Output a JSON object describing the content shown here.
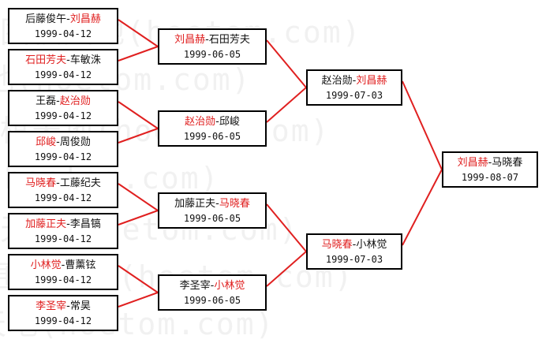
{
  "watermark": "围棋天地(hoetom.com)",
  "colors": {
    "winner": "#e02020",
    "line": "#e02020",
    "border": "#000000"
  },
  "round1": [
    {
      "p1": "后藤俊午",
      "p2": "刘昌赫",
      "winner": 2,
      "date": "1999-04-12"
    },
    {
      "p1": "石田芳夫",
      "p2": "车敏洙",
      "winner": 1,
      "date": "1999-04-12"
    },
    {
      "p1": "王磊",
      "p2": "赵治勋",
      "winner": 2,
      "date": "1999-04-12"
    },
    {
      "p1": "邱峻",
      "p2": "周俊勋",
      "winner": 1,
      "date": "1999-04-12"
    },
    {
      "p1": "马晓春",
      "p2": "工藤纪夫",
      "winner": 1,
      "date": "1999-04-12"
    },
    {
      "p1": "加藤正夫",
      "p2": "李昌镐",
      "winner": 1,
      "date": "1999-04-12"
    },
    {
      "p1": "小林觉",
      "p2": "曹薰铉",
      "winner": 1,
      "date": "1999-04-12"
    },
    {
      "p1": "李圣宰",
      "p2": "常昊",
      "winner": 1,
      "date": "1999-04-12"
    }
  ],
  "round2": [
    {
      "p1": "刘昌赫",
      "p2": "石田芳夫",
      "winner": 1,
      "date": "1999-06-05"
    },
    {
      "p1": "赵治勋",
      "p2": "邱峻",
      "winner": 1,
      "date": "1999-06-05"
    },
    {
      "p1": "加藤正夫",
      "p2": "马晓春",
      "winner": 2,
      "date": "1999-06-05"
    },
    {
      "p1": "李圣宰",
      "p2": "小林觉",
      "winner": 2,
      "date": "1999-06-05"
    }
  ],
  "round3": [
    {
      "p1": "赵治勋",
      "p2": "刘昌赫",
      "winner": 2,
      "date": "1999-07-03"
    },
    {
      "p1": "马晓春",
      "p2": "小林觉",
      "winner": 1,
      "date": "1999-07-03"
    }
  ],
  "final": [
    {
      "p1": "刘昌赫",
      "p2": "马晓春",
      "winner": 1,
      "date": "1999-08-07"
    }
  ]
}
